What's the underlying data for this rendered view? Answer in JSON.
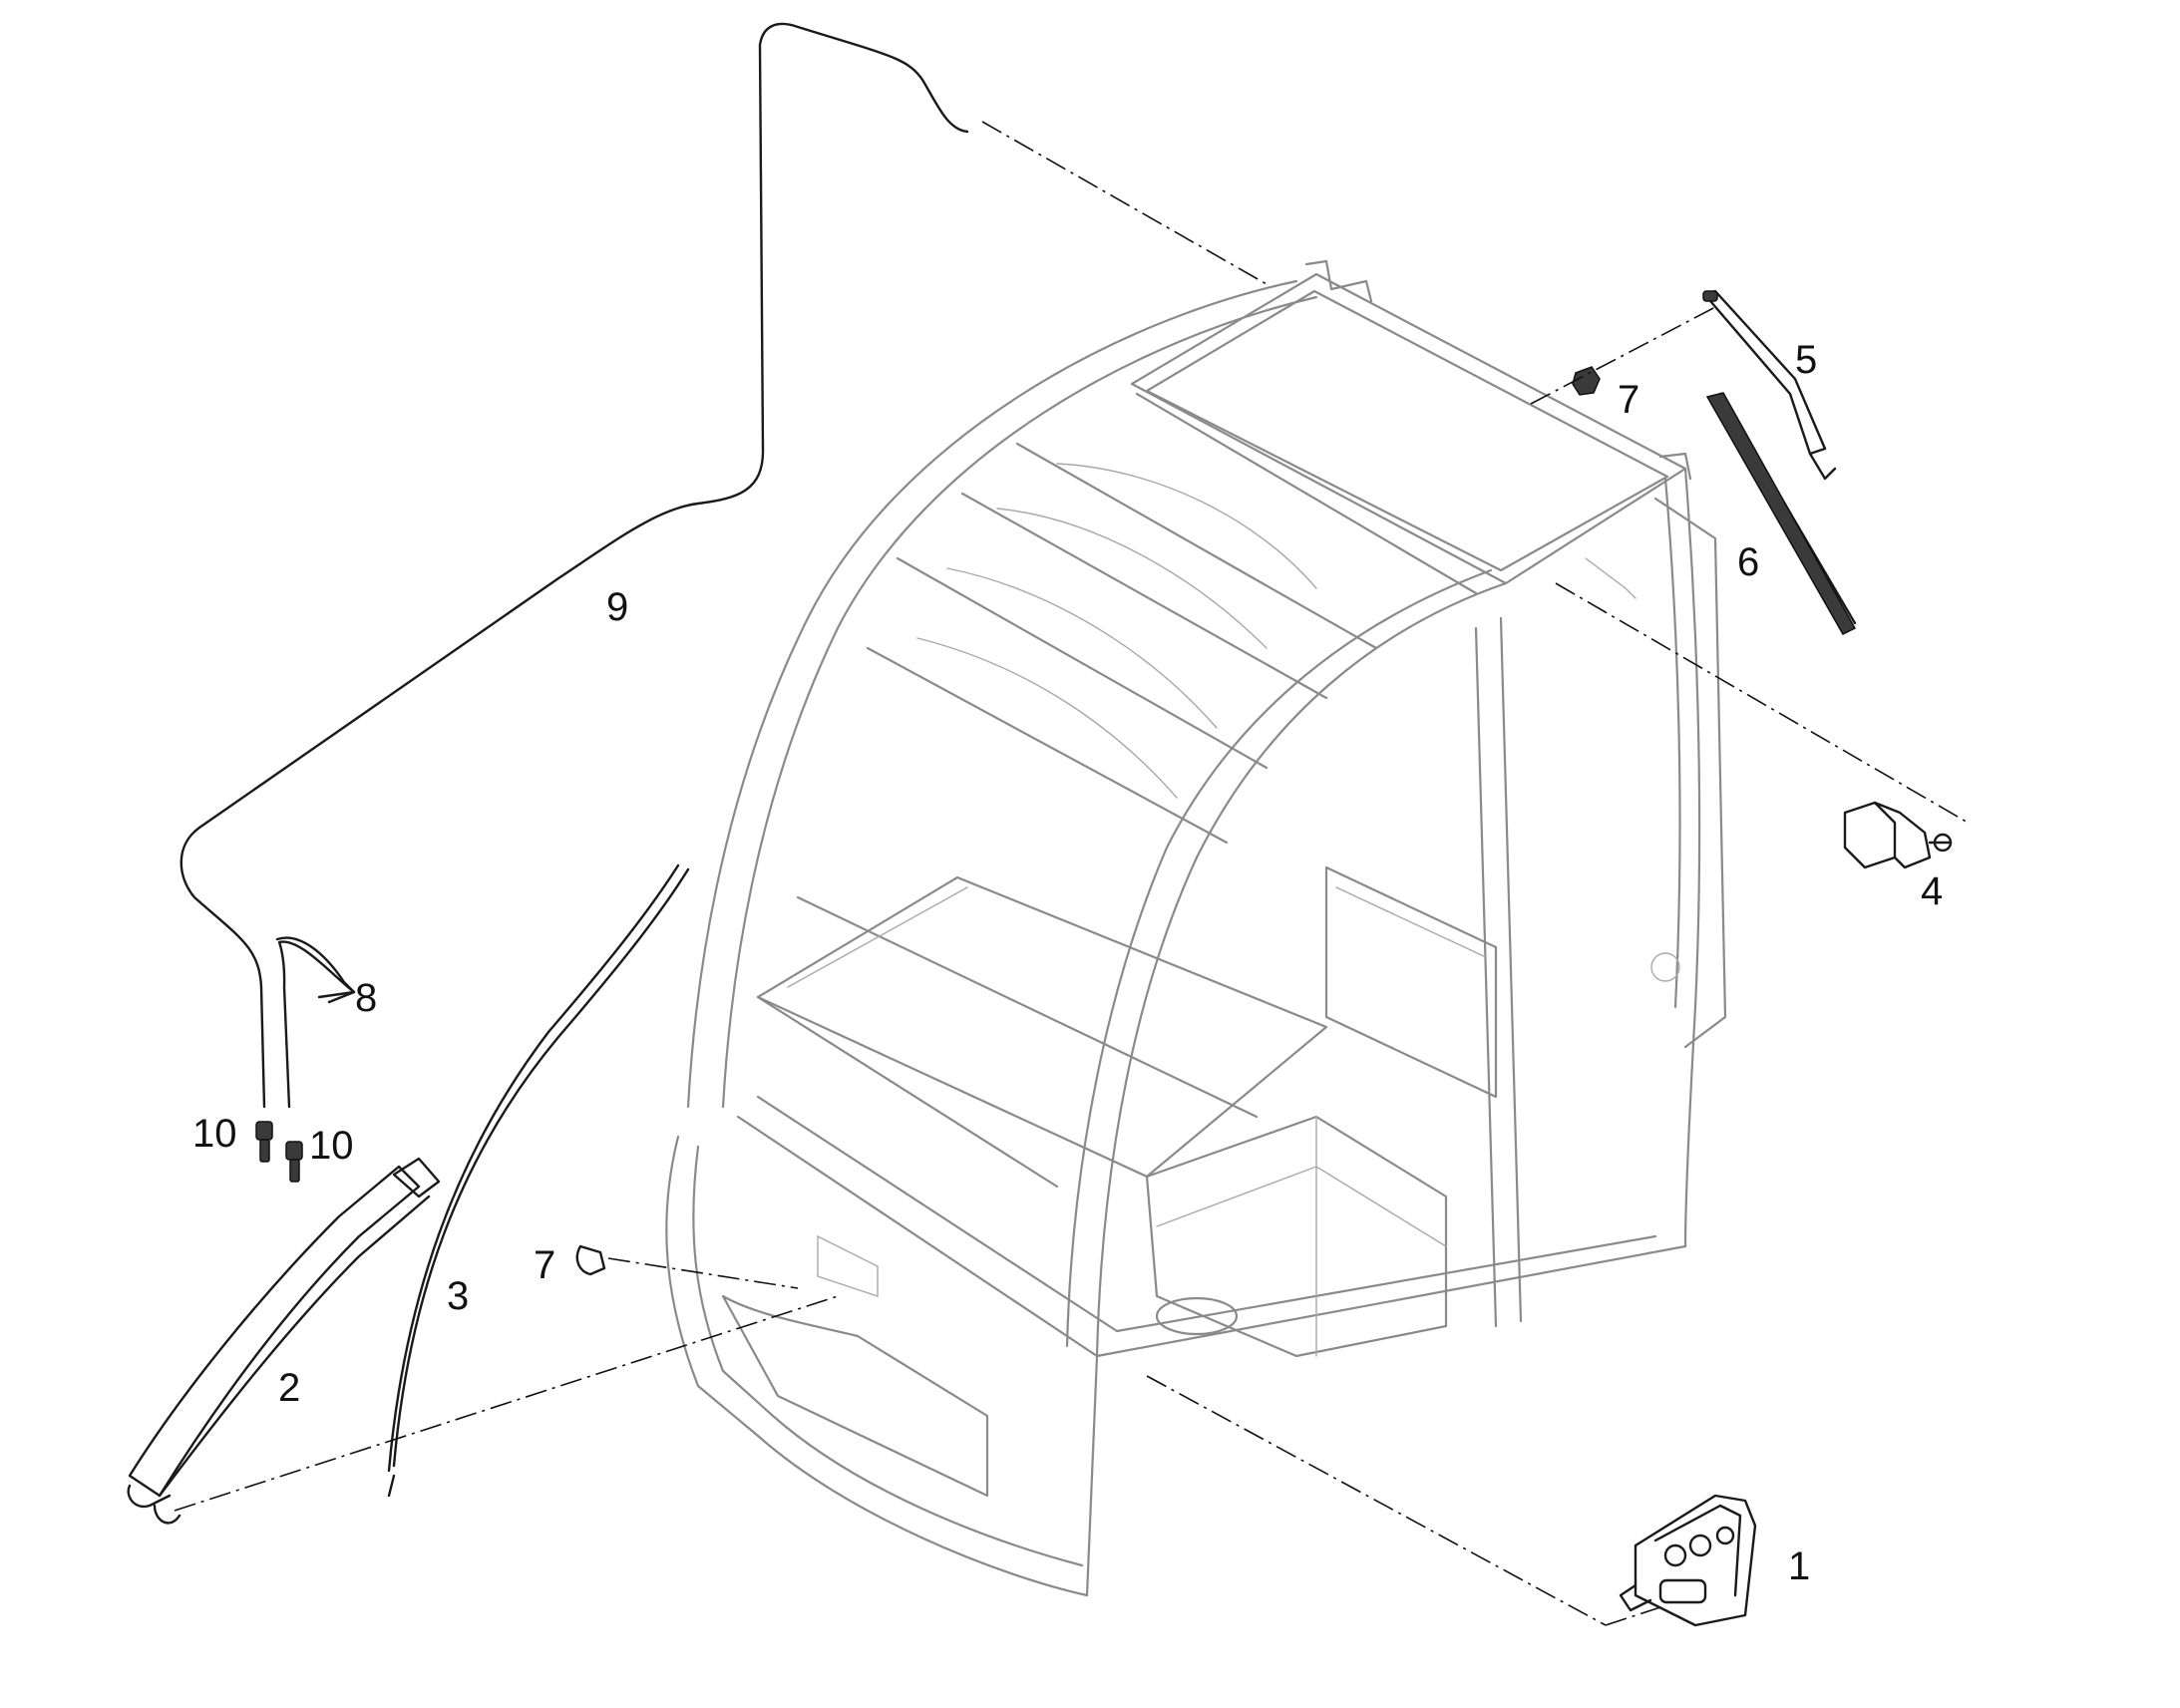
{
  "callouts": {
    "c1": "1",
    "c2": "2",
    "c3": "3",
    "c4": "4",
    "c5": "5",
    "c6": "6",
    "c7a": "7",
    "c7b": "7",
    "c8": "8",
    "c9": "9",
    "c10a": "10",
    "c10b": "10"
  }
}
